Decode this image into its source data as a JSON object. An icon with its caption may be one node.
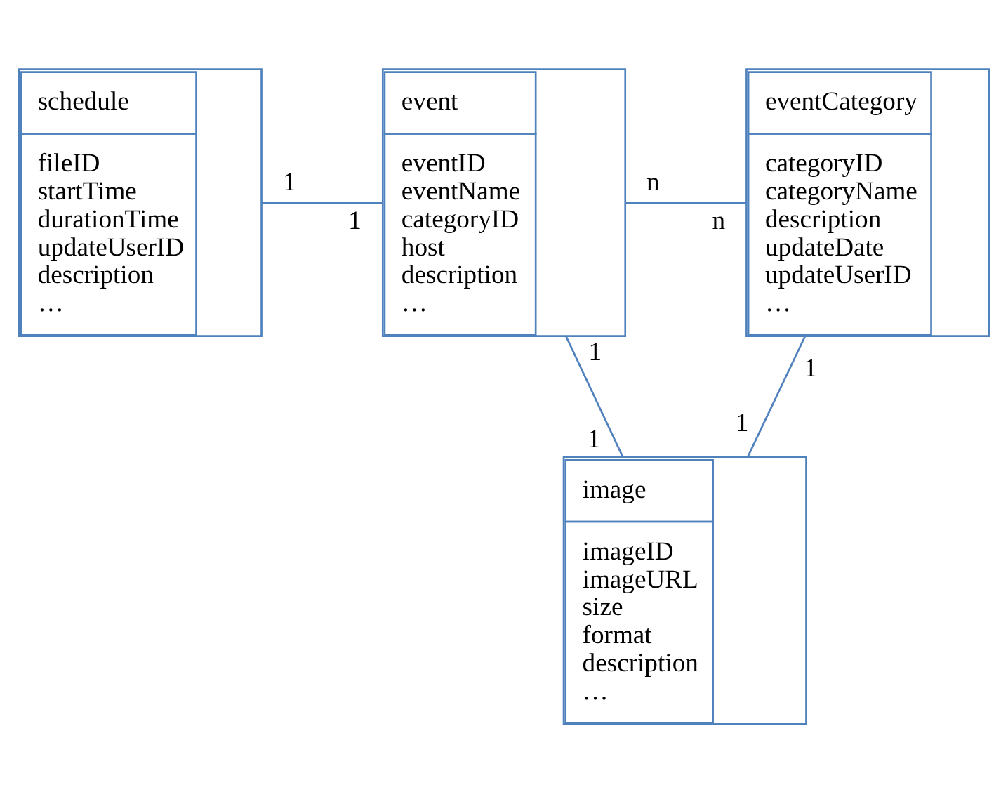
{
  "diagram": {
    "nodes": [
      {
        "text": [
          "schedule",
          "fileID",
          "startTime",
          "durationTime",
          "updateUserID",
          "description",
          "…"
        ]
      },
      {
        "text": [
          "event",
          "eventID",
          "eventName",
          "categoryID",
          "host",
          "description",
          "…"
        ]
      },
      {
        "text": [
          "eventCategory",
          "categoryID",
          "categoryName",
          "description",
          "updateDate",
          "updateUserID",
          "…"
        ]
      },
      {
        "text": [
          "image",
          "imageID",
          "imageURL",
          "size",
          "format",
          "description",
          "…"
        ]
      }
    ],
    "edges": [
      {
        "from": 0,
        "to": 1,
        "arrow": "none"
      },
      {
        "from": 1,
        "to": 2,
        "arrow": "none"
      },
      {
        "from": 1,
        "to": 3,
        "arrow": "none"
      },
      {
        "from": 2,
        "to": 3,
        "arrow": "none"
      }
    ],
    "labels": [
      "1",
      "1",
      "n",
      "n",
      "1",
      "1",
      "1",
      "1"
    ]
  }
}
